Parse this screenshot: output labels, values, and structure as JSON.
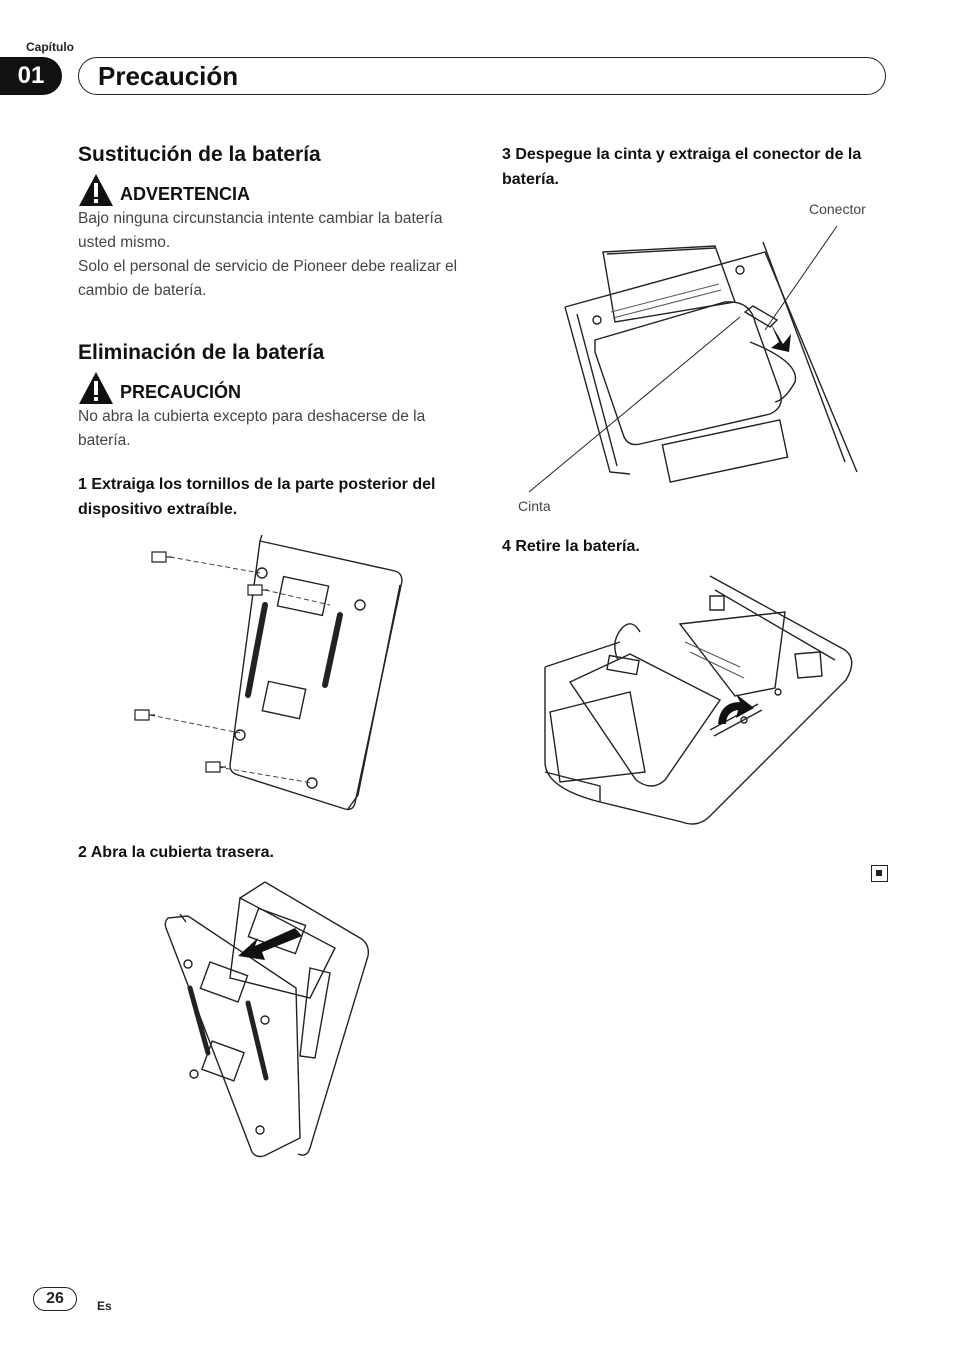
{
  "header": {
    "chapter_label": "Capítulo",
    "chapter_number": "01",
    "chapter_title": "Precaución"
  },
  "left": {
    "section1": {
      "title": "Sustitución de la batería",
      "warning_label": "ADVERTENCIA",
      "para1": "Bajo ninguna circunstancia intente cambiar la batería usted mismo.",
      "para2": "Solo el personal de servicio de Pioneer debe realizar el cambio de batería."
    },
    "section2": {
      "title": "Eliminación de la batería",
      "caution_label": "PRECAUCIÓN",
      "para1": "No abra la cubierta excepto para deshacerse de la batería.",
      "step1": "1    Extraiga los tornillos de la parte posterior del dispositivo extraíble.",
      "step2": "2    Abra la cubierta trasera."
    }
  },
  "right": {
    "step3": "3    Despegue la cinta y extraiga el conector de la batería.",
    "label_conector": "Conector",
    "label_cinta": "Cinta",
    "step4": "4    Retire la batería."
  },
  "footer": {
    "page_number": "26",
    "language": "Es"
  }
}
